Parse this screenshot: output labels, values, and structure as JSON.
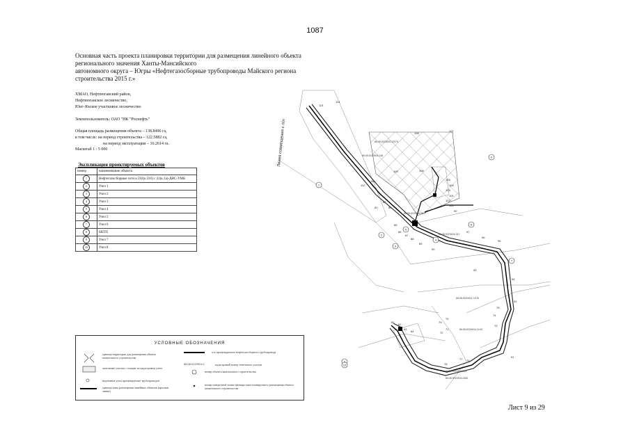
{
  "page_number": "1087",
  "title_lines": [
    "Основная часть проекта планировки территории для размещения линейного объекта",
    "регионального значения Ханты-Мансийского",
    "автономного округа – Югры «Нефтегазосборные трубопроводы Майского региона",
    "строительства 2015 г.»"
  ],
  "location": [
    "ХМАО, Нефтеюганский район,",
    "Нефтеюганское лесничество,",
    "Юнг-Яхское участковое лесничество"
  ],
  "developer": "Землепользователь:  ОАО \"НК \"Роснефть\"",
  "area": [
    "Общая площадь размещения объекта – 138.8496 га,",
    "в том числе: на период строительства – 122.5882 га,",
    "на период эксплуатации –  16.2614 га."
  ],
  "scale": "Масштаб 1 : 5 000",
  "explication": {
    "title": "Экспликация проектируемых объектов",
    "headers": [
      "номер",
      "наименование объекта"
    ],
    "rows": [
      {
        "num": "1",
        "name": "Нефтегазосборные сети к.592(к.593) с 22(к.1а)-ДНС-УМБ"
      },
      {
        "num": "2",
        "name": "Узел 1"
      },
      {
        "num": "3",
        "name": "Узел 2"
      },
      {
        "num": "4",
        "name": "Узел 3"
      },
      {
        "num": "5",
        "name": "Узел 4"
      },
      {
        "num": "6",
        "name": "Узел 5"
      },
      {
        "num": "7",
        "name": "Узел 6"
      },
      {
        "num": "8",
        "name": "БКТП"
      },
      {
        "num": "9",
        "name": "Узел 7"
      },
      {
        "num": "10",
        "name": "Узел 8"
      }
    ]
  },
  "legend": {
    "title": "УСЛОВНЫЕ ОБОЗНАЧЕНИЯ",
    "items": [
      "граница территории для размещения объекта капитального строительства",
      "ось проектируемого нефтегазосборного трубопровода",
      "земельные участки, стоящие на кадастровом учете",
      "кадастровый номер земельного участка",
      "надземные узлы проектируемых трубопроводов",
      "номер объекта капитального строительства",
      "граница зоны размещения линейных объектов (красные линии)",
      "номер поворотной точки границы зоны планируемого размещения объекта капитального строительства"
    ]
  },
  "map": {
    "boundary_label": "Линия совмещения с л/л",
    "points": [
      "113",
      "114",
      "108",
      "107",
      "109",
      "111",
      "112",
      "106",
      "105",
      "104",
      "103",
      "101",
      "102",
      "100",
      "99",
      "81",
      "82",
      "80",
      "85",
      "86",
      "87",
      "88",
      "89",
      "90",
      "93",
      "94",
      "95",
      "96",
      "97",
      "73",
      "74",
      "75",
      "76",
      "77",
      "78",
      "79",
      "70",
      "71",
      "72",
      "64",
      "63",
      "62",
      "60",
      "92",
      "91"
    ],
    "cadastral": [
      "86:08:0000000:12975",
      "86:08:0020904:0017",
      "86:08:0020904:251",
      "86:08:0020904:7/476",
      "86:08:0020904:21/49",
      "86:08:0020904:249",
      "86:08:0020904:2483",
      "86:08:0020904:248"
    ],
    "object_numbers": [
      "1",
      "2",
      "3",
      "4",
      "5",
      "6",
      "7",
      "8",
      "9",
      "10"
    ]
  },
  "sheet": "Лист 9 из 29"
}
